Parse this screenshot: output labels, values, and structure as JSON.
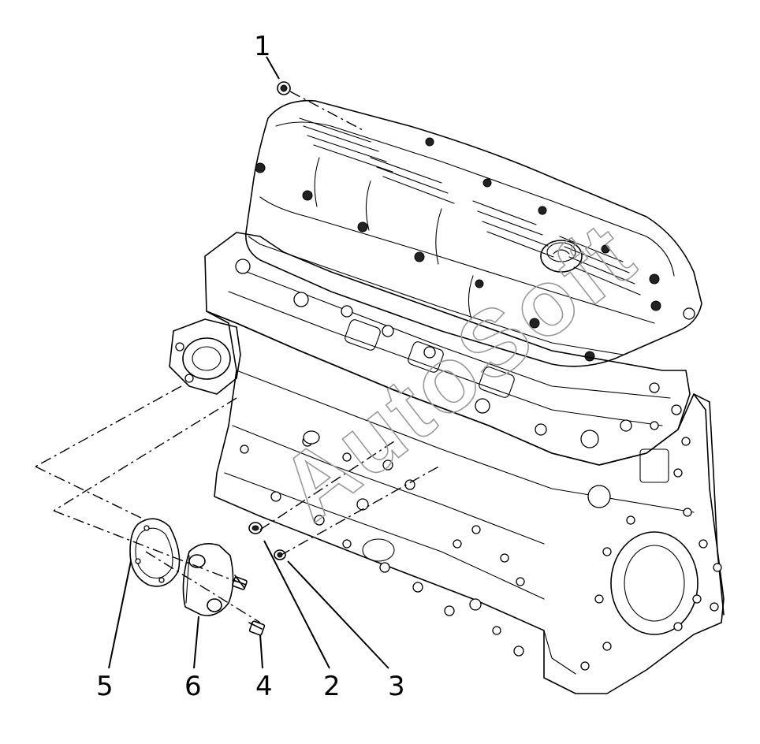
{
  "diagram": {
    "watermark": "AutoSoft",
    "callouts": [
      {
        "id": "1",
        "label": "1"
      },
      {
        "id": "2",
        "label": "2"
      },
      {
        "id": "3",
        "label": "3"
      },
      {
        "id": "4",
        "label": "4"
      },
      {
        "id": "5",
        "label": "5"
      },
      {
        "id": "6",
        "label": "6"
      }
    ]
  }
}
